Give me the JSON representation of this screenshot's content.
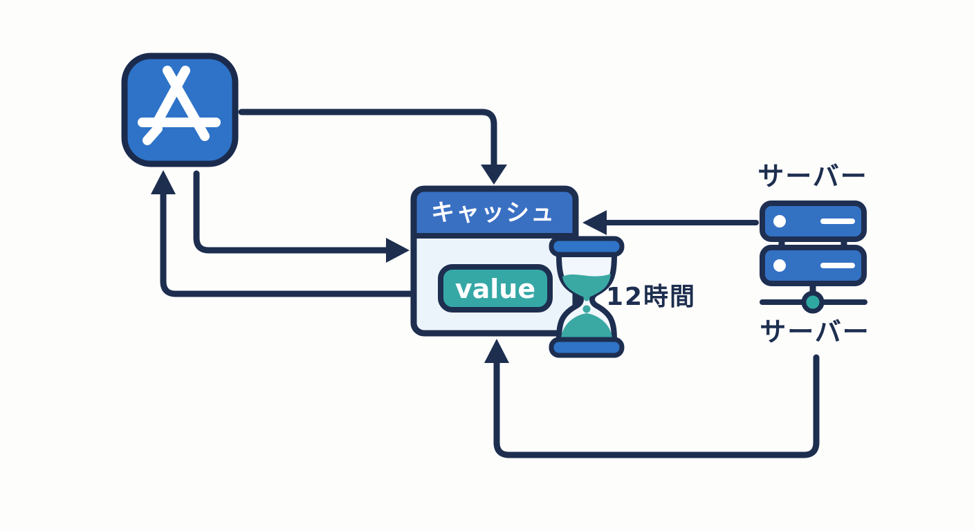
{
  "diagram": {
    "cache": {
      "title": "キャッシュ",
      "value": "value"
    },
    "ttl_label": "12時間",
    "server": {
      "top_label": "サーバー",
      "bottom_label": "サーバー"
    }
  },
  "icons": {
    "app": "app-store-icon",
    "timer": "hourglass-icon",
    "server": "server-rack-icon"
  },
  "colors": {
    "background": "#fdfdfc",
    "navy": "#1d2e4f",
    "brand_blue": "#2e73c8",
    "header_blue": "#3a70c2",
    "rack_blue": "#3371c3",
    "cap_blue": "#2f74c6",
    "body_light": "#ecf4fb",
    "glass_light": "#f1f7fc",
    "teal": "#35a8a6",
    "node_teal": "#2fa8a2",
    "white": "#ffffff"
  }
}
